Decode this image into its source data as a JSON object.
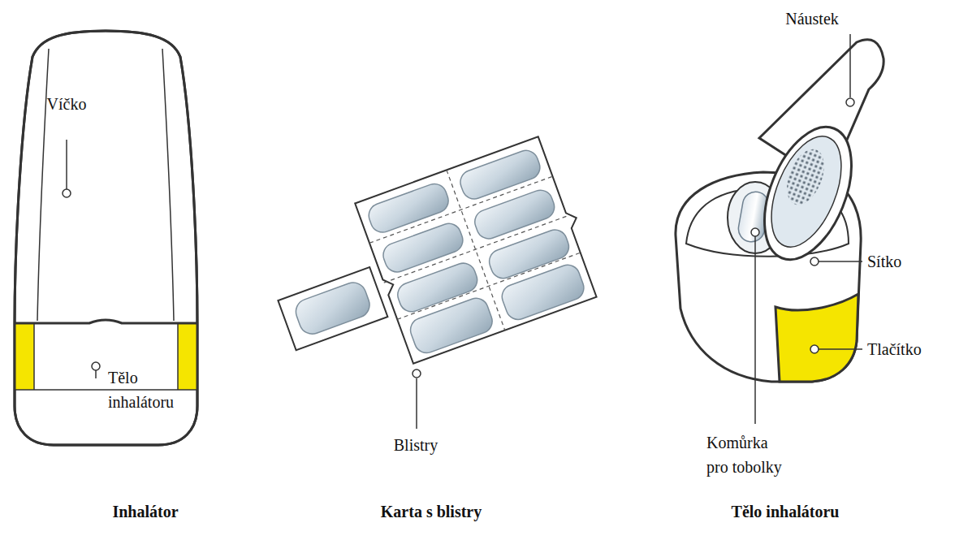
{
  "diagram": {
    "labels": [
      "Víčko",
      "Tělo inhalátoru",
      "Inhalátor",
      "Blistry",
      "Karta s blistry",
      "Náustek",
      "Sítko",
      "Tlačítko",
      "Komůrka pro tobolky",
      "Tělo inhalátoru"
    ]
  }
}
